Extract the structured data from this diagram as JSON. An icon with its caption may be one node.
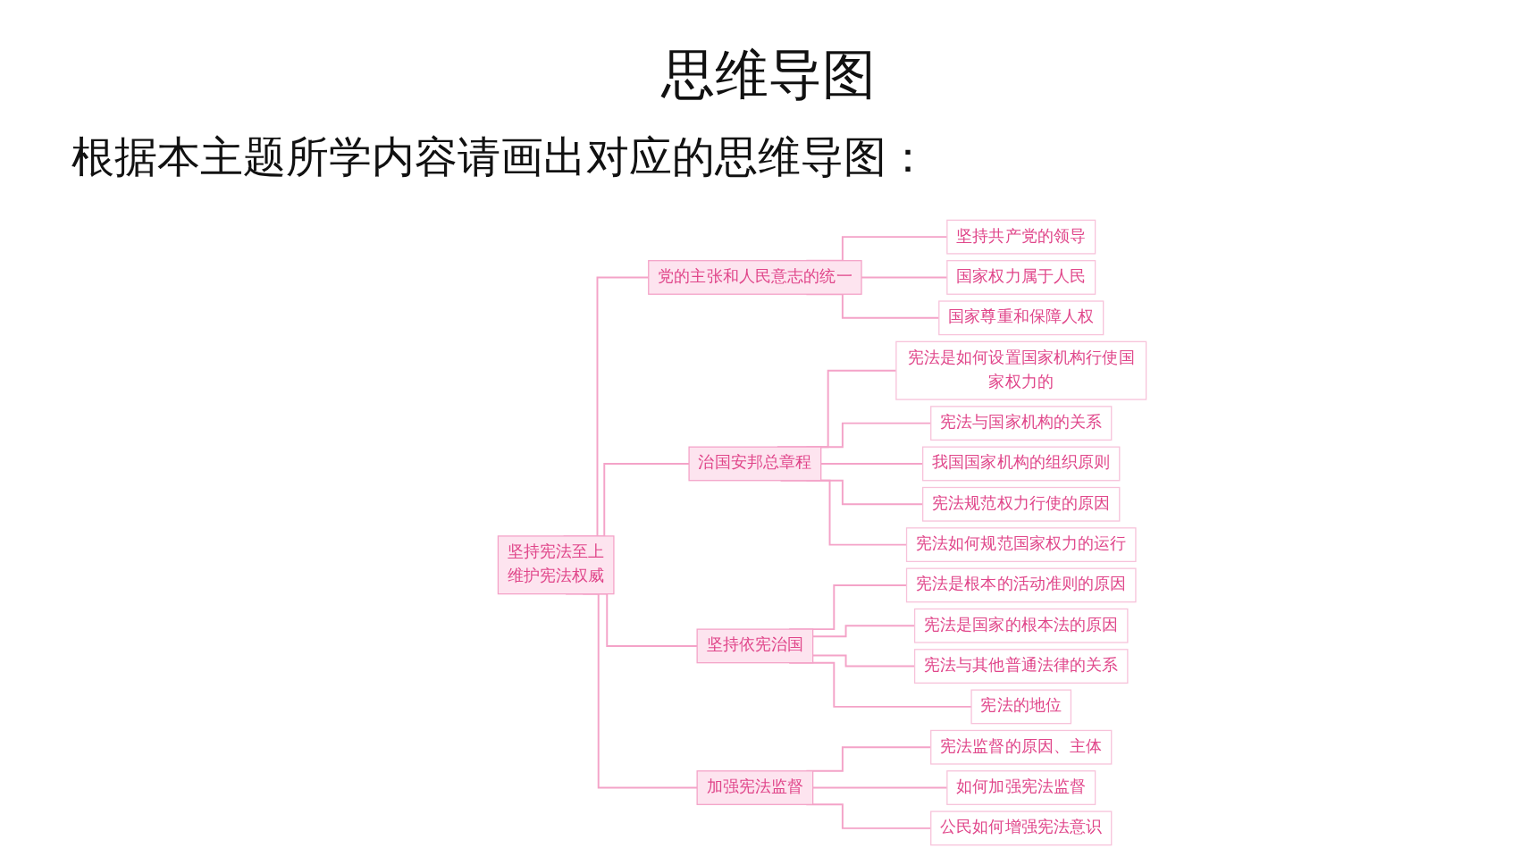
{
  "diagram": {
    "title": "思维导图",
    "nodes": [
      {
        "text": [
          "坚持宪法至上",
          "维护宪法权威"
        ]
      },
      {
        "text": [
          "党的主张和人民意志的统一"
        ]
      },
      {
        "text": [
          "坚持共产党的领导"
        ]
      },
      {
        "text": [
          "国家权力属于人民"
        ]
      },
      {
        "text": [
          "国家尊重和保障人权"
        ]
      },
      {
        "text": [
          "治国安邦总章程"
        ]
      },
      {
        "text": [
          "宪法是如何设置国家机构行使国家权力的"
        ]
      },
      {
        "text": [
          "宪法与国家机构的关系"
        ]
      },
      {
        "text": [
          "我国国家机构的组织原则"
        ]
      },
      {
        "text": [
          "宪法规范权力行使的原因"
        ]
      },
      {
        "text": [
          "宪法如何规范国家权力的运行"
        ]
      },
      {
        "text": [
          "坚持依宪治国"
        ]
      },
      {
        "text": [
          "宪法是根本的活动准则的原因"
        ]
      },
      {
        "text": [
          "宪法是国家的根本法的原因"
        ]
      },
      {
        "text": [
          "宪法与其他普通法律的关系"
        ]
      },
      {
        "text": [
          "宪法的地位"
        ]
      },
      {
        "text": [
          "加强宪法监督"
        ]
      },
      {
        "text": [
          "宪法监督的原因、主体"
        ]
      },
      {
        "text": [
          "如何加强宪法监督"
        ]
      },
      {
        "text": [
          "公民如何增强宪法意识"
        ]
      }
    ],
    "edges": [
      {
        "from": 0,
        "to": 1,
        "arrow": "none"
      },
      {
        "from": 0,
        "to": 5,
        "arrow": "none"
      },
      {
        "from": 0,
        "to": 11,
        "arrow": "none"
      },
      {
        "from": 0,
        "to": 16,
        "arrow": "none"
      },
      {
        "from": 1,
        "to": 2,
        "arrow": "none"
      },
      {
        "from": 1,
        "to": 3,
        "arrow": "none"
      },
      {
        "from": 1,
        "to": 4,
        "arrow": "none"
      },
      {
        "from": 5,
        "to": 6,
        "arrow": "none"
      },
      {
        "from": 5,
        "to": 7,
        "arrow": "none"
      },
      {
        "from": 5,
        "to": 8,
        "arrow": "none"
      },
      {
        "from": 5,
        "to": 9,
        "arrow": "none"
      },
      {
        "from": 5,
        "to": 10,
        "arrow": "none"
      },
      {
        "from": 11,
        "to": 12,
        "arrow": "none"
      },
      {
        "from": 11,
        "to": 13,
        "arrow": "none"
      },
      {
        "from": 11,
        "to": 14,
        "arrow": "none"
      },
      {
        "from": 11,
        "to": 15,
        "arrow": "none"
      },
      {
        "from": 16,
        "to": 17,
        "arrow": "none"
      },
      {
        "from": 16,
        "to": 18,
        "arrow": "none"
      },
      {
        "from": 16,
        "to": 19,
        "arrow": "none"
      }
    ],
    "labels": [
      "根据本主题所学内容请画出对应的思维导图："
    ]
  }
}
